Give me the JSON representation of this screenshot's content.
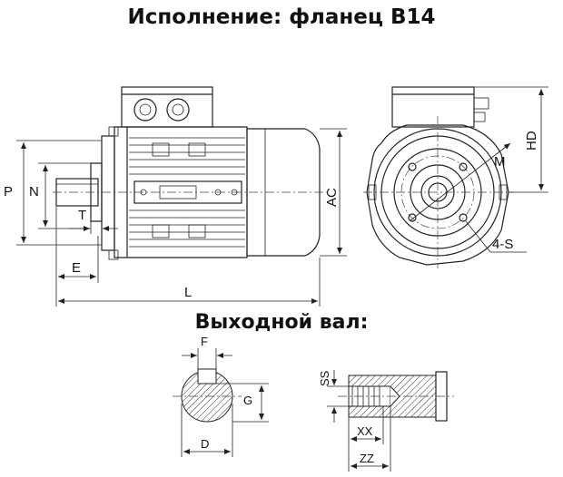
{
  "titles": {
    "main": "Исполнение: фланец B14",
    "shaft": "Выходной вал:"
  },
  "dimensions": {
    "P": "P",
    "N": "N",
    "T": "T",
    "E": "E",
    "L": "L",
    "AC": "AC",
    "HD": "HD",
    "M": "M",
    "S": "4-S",
    "F": "F",
    "G": "G",
    "D": "D",
    "SS": "SS",
    "XX": "XX",
    "ZZ": "ZZ"
  }
}
